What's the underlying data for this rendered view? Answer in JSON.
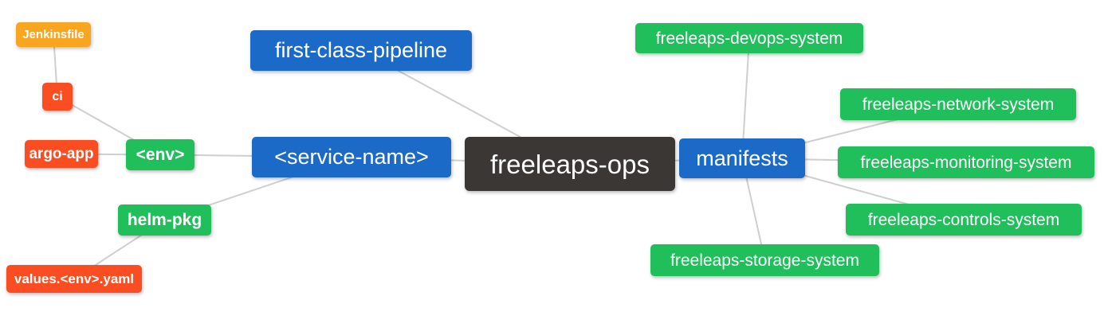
{
  "diagram": {
    "title": "freeleaps-ops mind map",
    "background": "#ffffff",
    "palette": {
      "blue": "#1C6AC8",
      "green": "#20BF5B",
      "orange": "#F8A51F",
      "red": "#FA4E22",
      "dark": "#3A3734",
      "edge": "#CFCFCF",
      "text": "#FFFFFF"
    },
    "nodes": [
      {
        "id": "jenkinsfile",
        "label": "Jenkinsfile",
        "color": "orange"
      },
      {
        "id": "ci",
        "label": "ci",
        "color": "red"
      },
      {
        "id": "argo-app",
        "label": "argo-app",
        "color": "red"
      },
      {
        "id": "env",
        "label": "<env>",
        "color": "green"
      },
      {
        "id": "helm-pkg",
        "label": "helm-pkg",
        "color": "green"
      },
      {
        "id": "values-env-yaml",
        "label": "values.<env>.yaml",
        "color": "red"
      },
      {
        "id": "first-class-pipeline",
        "label": "first-class-pipeline",
        "color": "blue"
      },
      {
        "id": "service-name",
        "label": "<service-name>",
        "color": "blue"
      },
      {
        "id": "freeleaps-ops",
        "label": "freeleaps-ops",
        "color": "dark"
      },
      {
        "id": "manifests",
        "label": "manifests",
        "color": "blue"
      },
      {
        "id": "devops-system",
        "label": "freeleaps-devops-system",
        "color": "green"
      },
      {
        "id": "network-system",
        "label": "freeleaps-network-system",
        "color": "green"
      },
      {
        "id": "monitoring-system",
        "label": "freeleaps-monitoring-system",
        "color": "green"
      },
      {
        "id": "controls-system",
        "label": "freeleaps-controls-system",
        "color": "green"
      },
      {
        "id": "storage-system",
        "label": "freeleaps-storage-system",
        "color": "green"
      }
    ],
    "edges": [
      [
        "jenkinsfile",
        "ci"
      ],
      [
        "ci",
        "env"
      ],
      [
        "argo-app",
        "env"
      ],
      [
        "env",
        "service-name"
      ],
      [
        "helm-pkg",
        "service-name"
      ],
      [
        "helm-pkg",
        "values-env-yaml"
      ],
      [
        "first-class-pipeline",
        "freeleaps-ops"
      ],
      [
        "service-name",
        "freeleaps-ops"
      ],
      [
        "freeleaps-ops",
        "manifests"
      ],
      [
        "manifests",
        "devops-system"
      ],
      [
        "manifests",
        "network-system"
      ],
      [
        "manifests",
        "monitoring-system"
      ],
      [
        "manifests",
        "controls-system"
      ],
      [
        "manifests",
        "storage-system"
      ]
    ]
  }
}
